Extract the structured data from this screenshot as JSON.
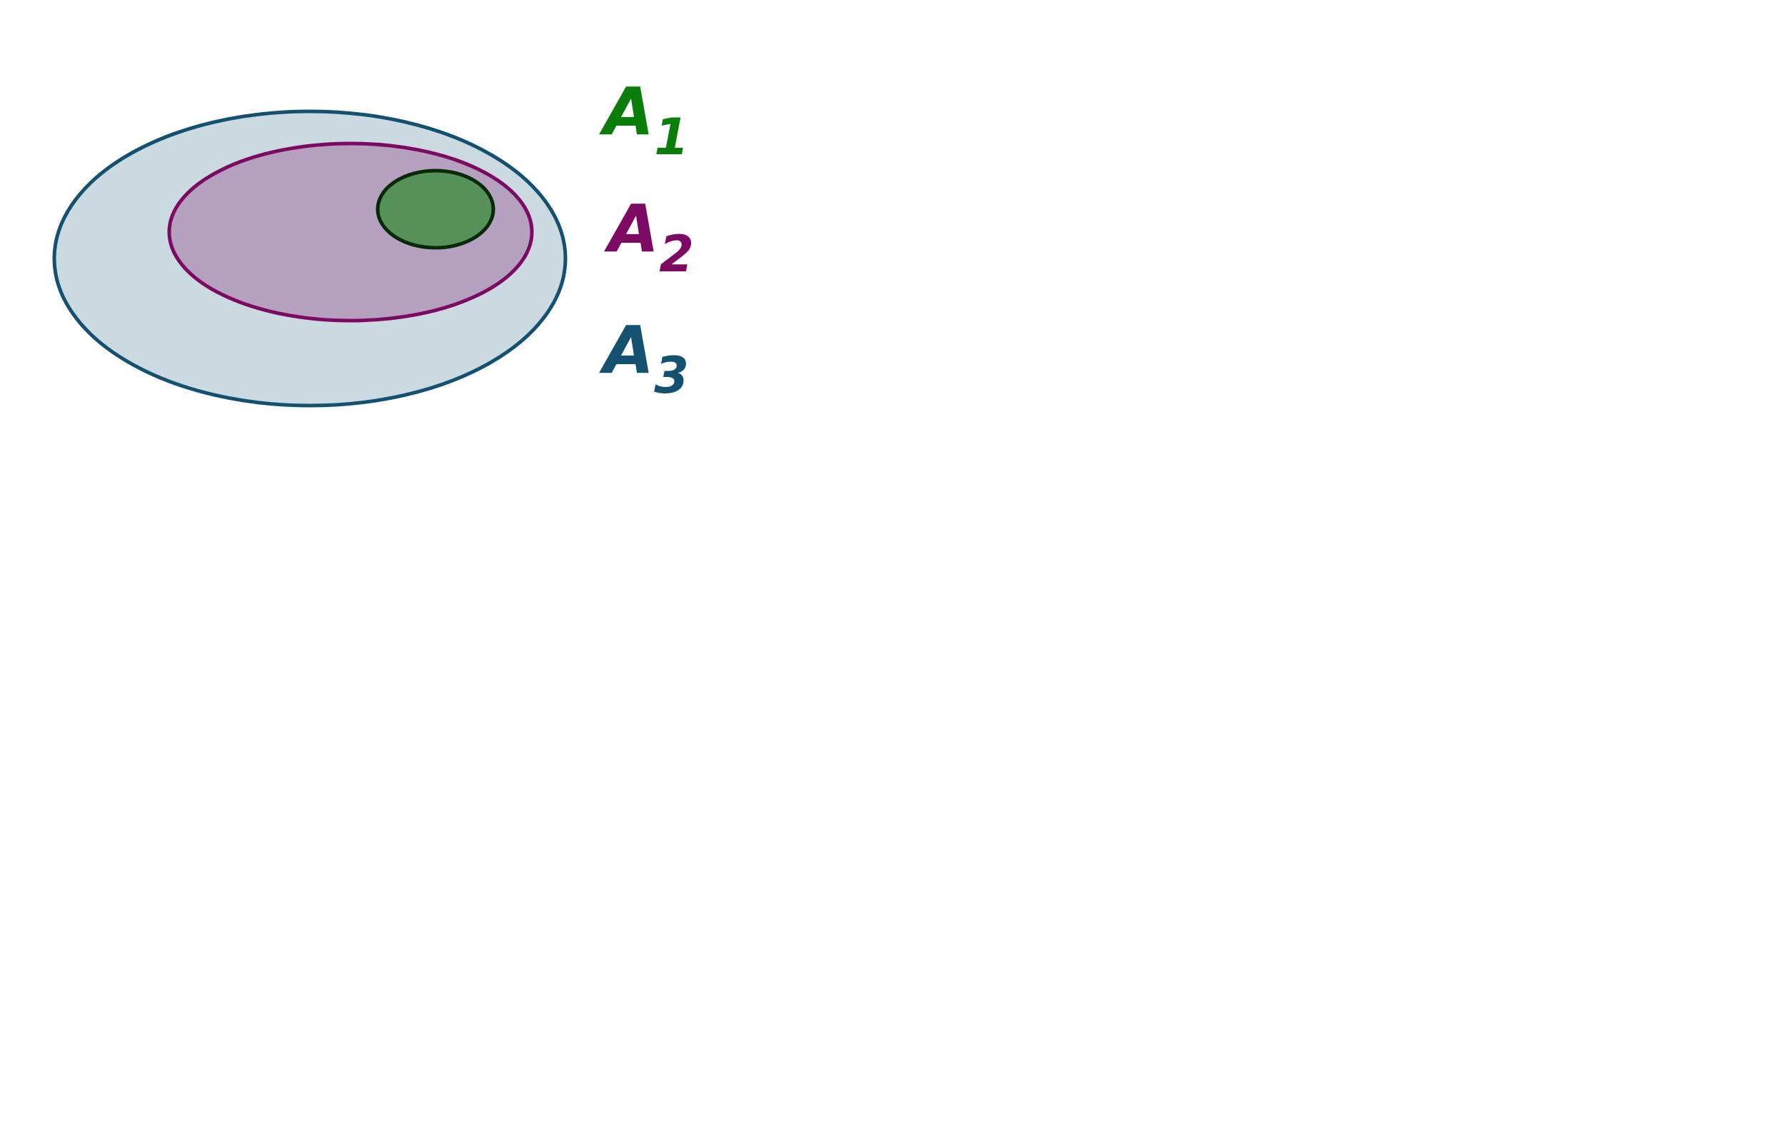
{
  "sets": [
    {
      "name": "A",
      "sub": "3",
      "color": "#14506f",
      "fill": "#cbdae1"
    },
    {
      "name": "A",
      "sub": "2",
      "color": "#7d0a62",
      "fill": "#b6a0bf"
    },
    {
      "name": "A",
      "sub": "1",
      "color": "#0a7d0a",
      "fill": "#56915a",
      "stroke": "#062a06"
    }
  ]
}
